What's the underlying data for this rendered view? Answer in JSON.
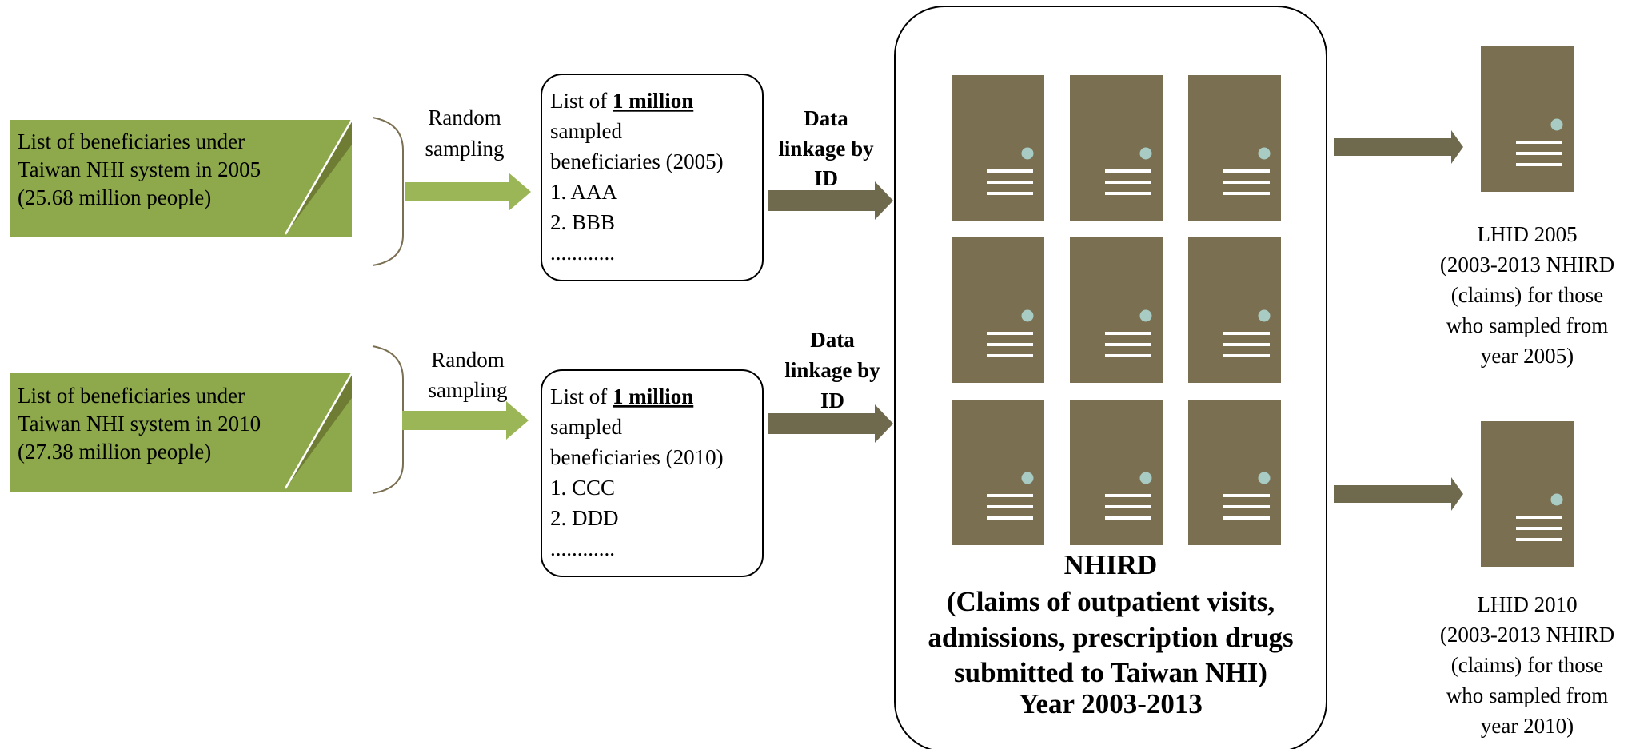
{
  "colors": {
    "green": "#8ea84c",
    "green_dark": "#6e7d33",
    "green_arrow": "#9bb657",
    "brown": "#7a6f51",
    "brown_arrow": "#6f6a4e",
    "server_dot": "#a8ccc4",
    "stroke": "#000000"
  },
  "sources": [
    {
      "lines": [
        "List of beneficiaries under",
        "Taiwan NHI system in 2005",
        "(25.68 million people)"
      ]
    },
    {
      "lines": [
        "List of beneficiaries under",
        "Taiwan NHI system in 2010",
        "(27.38 million people)"
      ]
    }
  ],
  "sampling_labels": [
    {
      "line1": "Random",
      "line2": "sampling"
    },
    {
      "line1": "Random",
      "line2": "sampling"
    }
  ],
  "lists": [
    {
      "prefix": "List of ",
      "emphasis": "1 million",
      "lines": [
        "sampled",
        "beneficiaries (2005)",
        "1. AAA",
        "2. BBB",
        "............"
      ]
    },
    {
      "prefix": "List of ",
      "emphasis": "1 million",
      "lines": [
        "sampled",
        "beneficiaries (2010)",
        "1. CCC",
        "2. DDD",
        "............"
      ]
    }
  ],
  "linkage_labels": [
    {
      "lines": [
        "Data",
        "linkage by",
        "ID"
      ]
    },
    {
      "lines": [
        "Data",
        "linkage by",
        "ID"
      ]
    }
  ],
  "nhird": {
    "lines": [
      "NHIRD",
      "(Claims of outpatient visits,",
      "admissions, prescription drugs",
      "submitted to Taiwan NHI)",
      "Year 2003-2013"
    ]
  },
  "outputs": [
    {
      "lines": [
        "LHID 2005",
        "(2003-2013 NHIRD",
        "(claims) for those",
        "who sampled from",
        "year 2005)"
      ]
    },
    {
      "lines": [
        "LHID 2010",
        "(2003-2013 NHIRD",
        "(claims) for those",
        "who sampled from",
        "year 2010)"
      ]
    }
  ]
}
